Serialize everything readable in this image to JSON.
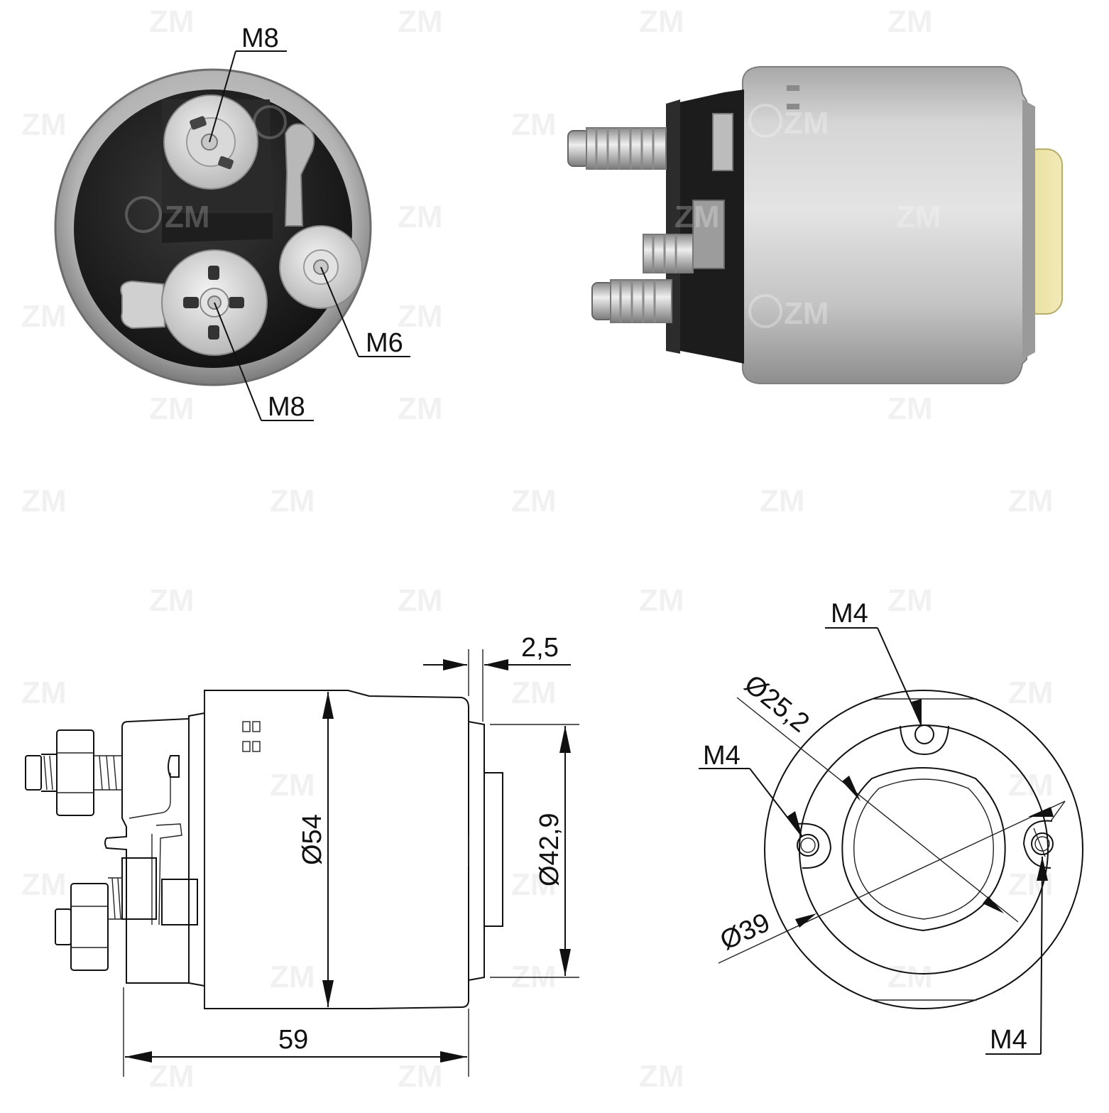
{
  "watermark": {
    "text": "ZM"
  },
  "photo_front": {
    "callouts": {
      "top": "M8",
      "right": "M6",
      "bottom": "M8"
    },
    "logos": [
      "ZM",
      "ZM"
    ]
  },
  "photo_side": {
    "logos": [
      "ZM",
      "ZM",
      "ZM",
      "ZM"
    ]
  },
  "drawing_side": {
    "dims": {
      "length": "59",
      "offset": "2,5",
      "body_dia": "Ø54",
      "rear_dia": "Ø42,9"
    }
  },
  "drawing_end": {
    "dims": {
      "hole_top": "M4",
      "hole_left": "M4",
      "hole_right": "M4",
      "pitch_dia": "Ø25,2",
      "outer_dia": "Ø39"
    }
  }
}
